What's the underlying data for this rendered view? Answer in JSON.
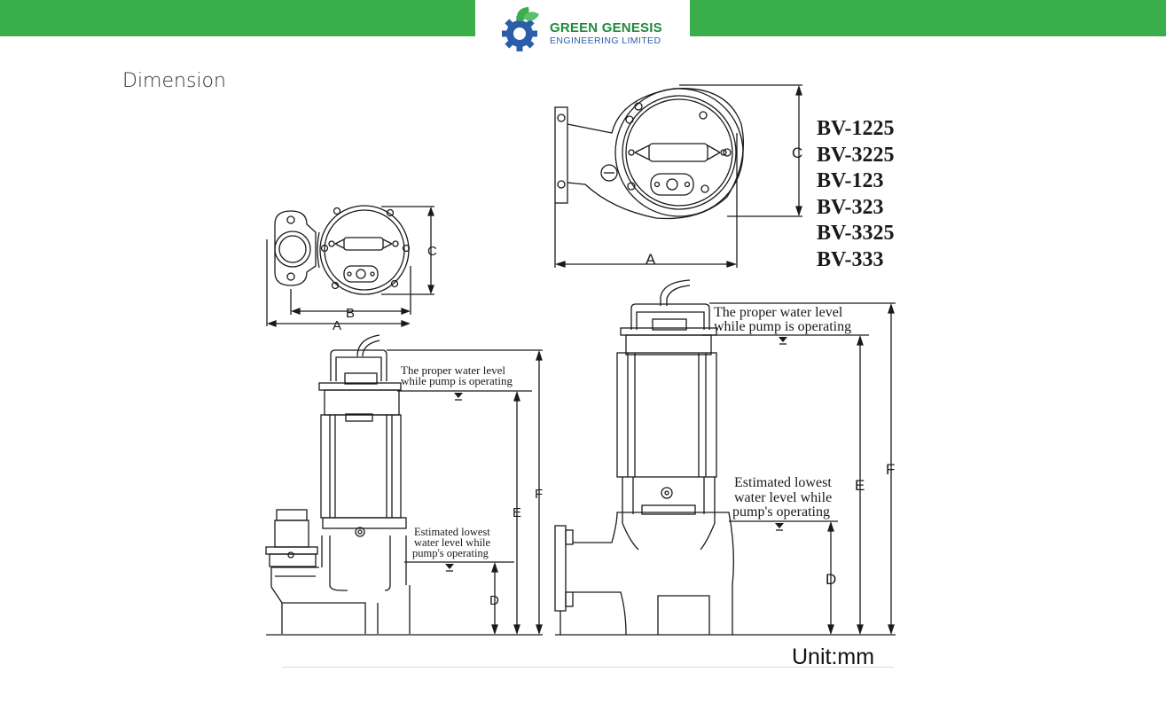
{
  "header": {
    "brand_name": "GREEN GENESIS",
    "brand_sub": "ENGINEERING LIMITED",
    "bar_color": "#3aae4a"
  },
  "page_title": "Dimension",
  "models": [
    "BV-1225",
    "BV-3225",
    "BV-123",
    "BV-323",
    "BV-3325",
    "BV-333"
  ],
  "dimension_labels": {
    "A": "A",
    "B": "B",
    "C": "C",
    "D": "D",
    "E": "E",
    "F": "F"
  },
  "annotations": {
    "proper_level_line1": "The proper water level",
    "proper_level_line2": "while pump is operating",
    "lowest_level_line1": "Estimated lowest",
    "lowest_level_line2": "water level while",
    "lowest_level_line3": "pump's operating"
  },
  "unit": "Unit:mm"
}
